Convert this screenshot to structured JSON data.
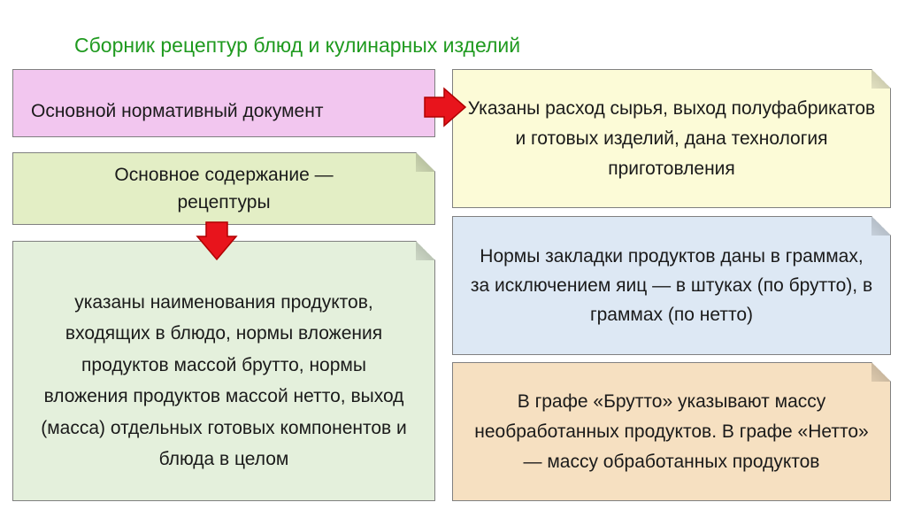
{
  "title": "Сборник рецептур блюд и кулинарных изделий",
  "boxes": {
    "doc": "Основной нормативный документ",
    "content": "Основное содержание — рецептуры",
    "details": "указаны наименования продуктов, входящих в блюдо, нормы вложения продуктов массой брутто, нормы вложения продуктов массой нетто, выход (масса) отдельных готовых компонентов и блюда в целом",
    "yield": "Указаны расход сырья, выход полуфабрикатов и готовых изделий, дана технология приготовления",
    "norms": "Нормы закладки продуктов даны в граммах, за исключением яиц — в штуках (по брутто), в граммах (по нетто)",
    "brutto": "В графе «Брутто» указывают массу необработанных продуктов. В графе «Нетто» — массу обработанных продуктов"
  },
  "colors": {
    "title": "#1f9a1f",
    "arrow": "#e8141c",
    "doc": "#f2c6ef",
    "content": "#e3eec5",
    "details": "#e4f0dc",
    "yield": "#fcfbd7",
    "norms": "#dde8f4",
    "brutto": "#f6e0c1"
  }
}
